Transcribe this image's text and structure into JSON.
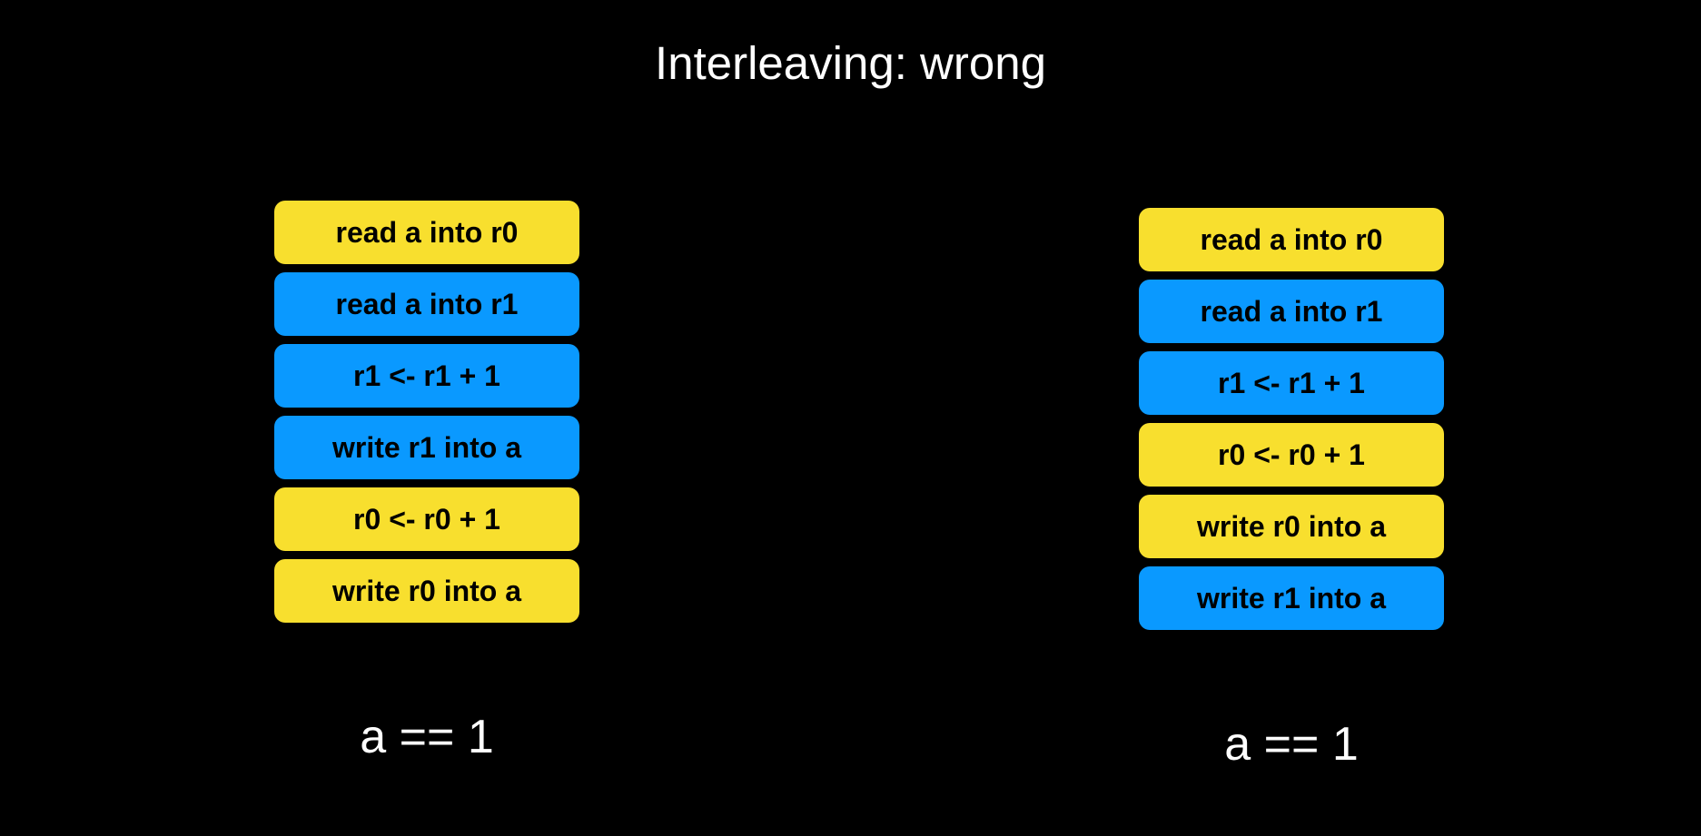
{
  "title": "Interleaving: wrong",
  "colors": {
    "thread0": "#f8df2e",
    "thread1": "#0a99ff"
  },
  "columns": [
    {
      "steps": [
        {
          "label": "read a into r0",
          "thread": "thread0"
        },
        {
          "label": "read a into r1",
          "thread": "thread1"
        },
        {
          "label": "r1 <- r1 + 1",
          "thread": "thread1"
        },
        {
          "label": "write r1 into a",
          "thread": "thread1"
        },
        {
          "label": "r0 <- r0 + 1",
          "thread": "thread0"
        },
        {
          "label": "write r0 into a",
          "thread": "thread0"
        }
      ],
      "result": "a == 1"
    },
    {
      "steps": [
        {
          "label": "read a into r0",
          "thread": "thread0"
        },
        {
          "label": "read a into r1",
          "thread": "thread1"
        },
        {
          "label": "r1 <- r1 + 1",
          "thread": "thread1"
        },
        {
          "label": "r0 <- r0 + 1",
          "thread": "thread0"
        },
        {
          "label": "write r0 into a",
          "thread": "thread0"
        },
        {
          "label": "write r1 into a",
          "thread": "thread1"
        }
      ],
      "result": "a == 1"
    }
  ]
}
